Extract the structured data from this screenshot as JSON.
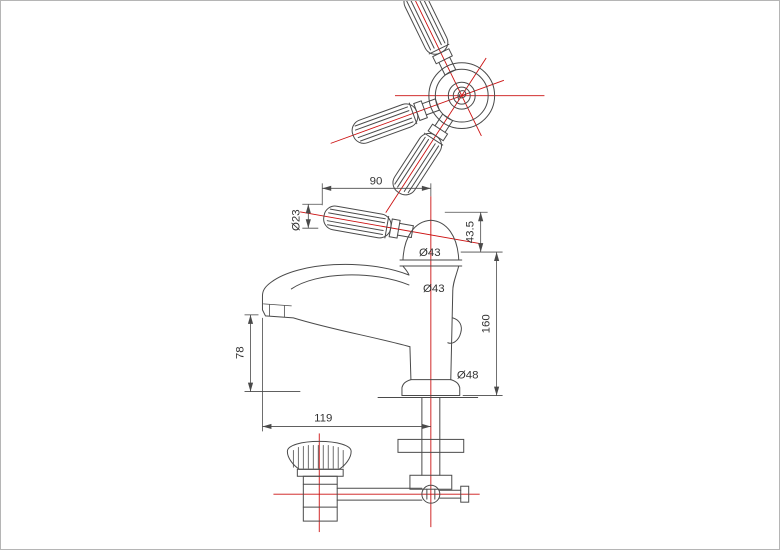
{
  "meta": {
    "background": "#ffffff",
    "frame_color": "#b5b5b5",
    "line_color": "#4a4a4a",
    "centerline_color": "#cc1111",
    "text_color": "#333333"
  },
  "labels": {
    "lever_reach": "90",
    "handle_diameter": "Ø23",
    "head_diameter": "Ø43",
    "body_diameter": "Ø43",
    "head_height": "43.5",
    "overall_height": "160",
    "spout_height": "78",
    "base_diameter": "Ø48",
    "spout_reach": "119"
  }
}
